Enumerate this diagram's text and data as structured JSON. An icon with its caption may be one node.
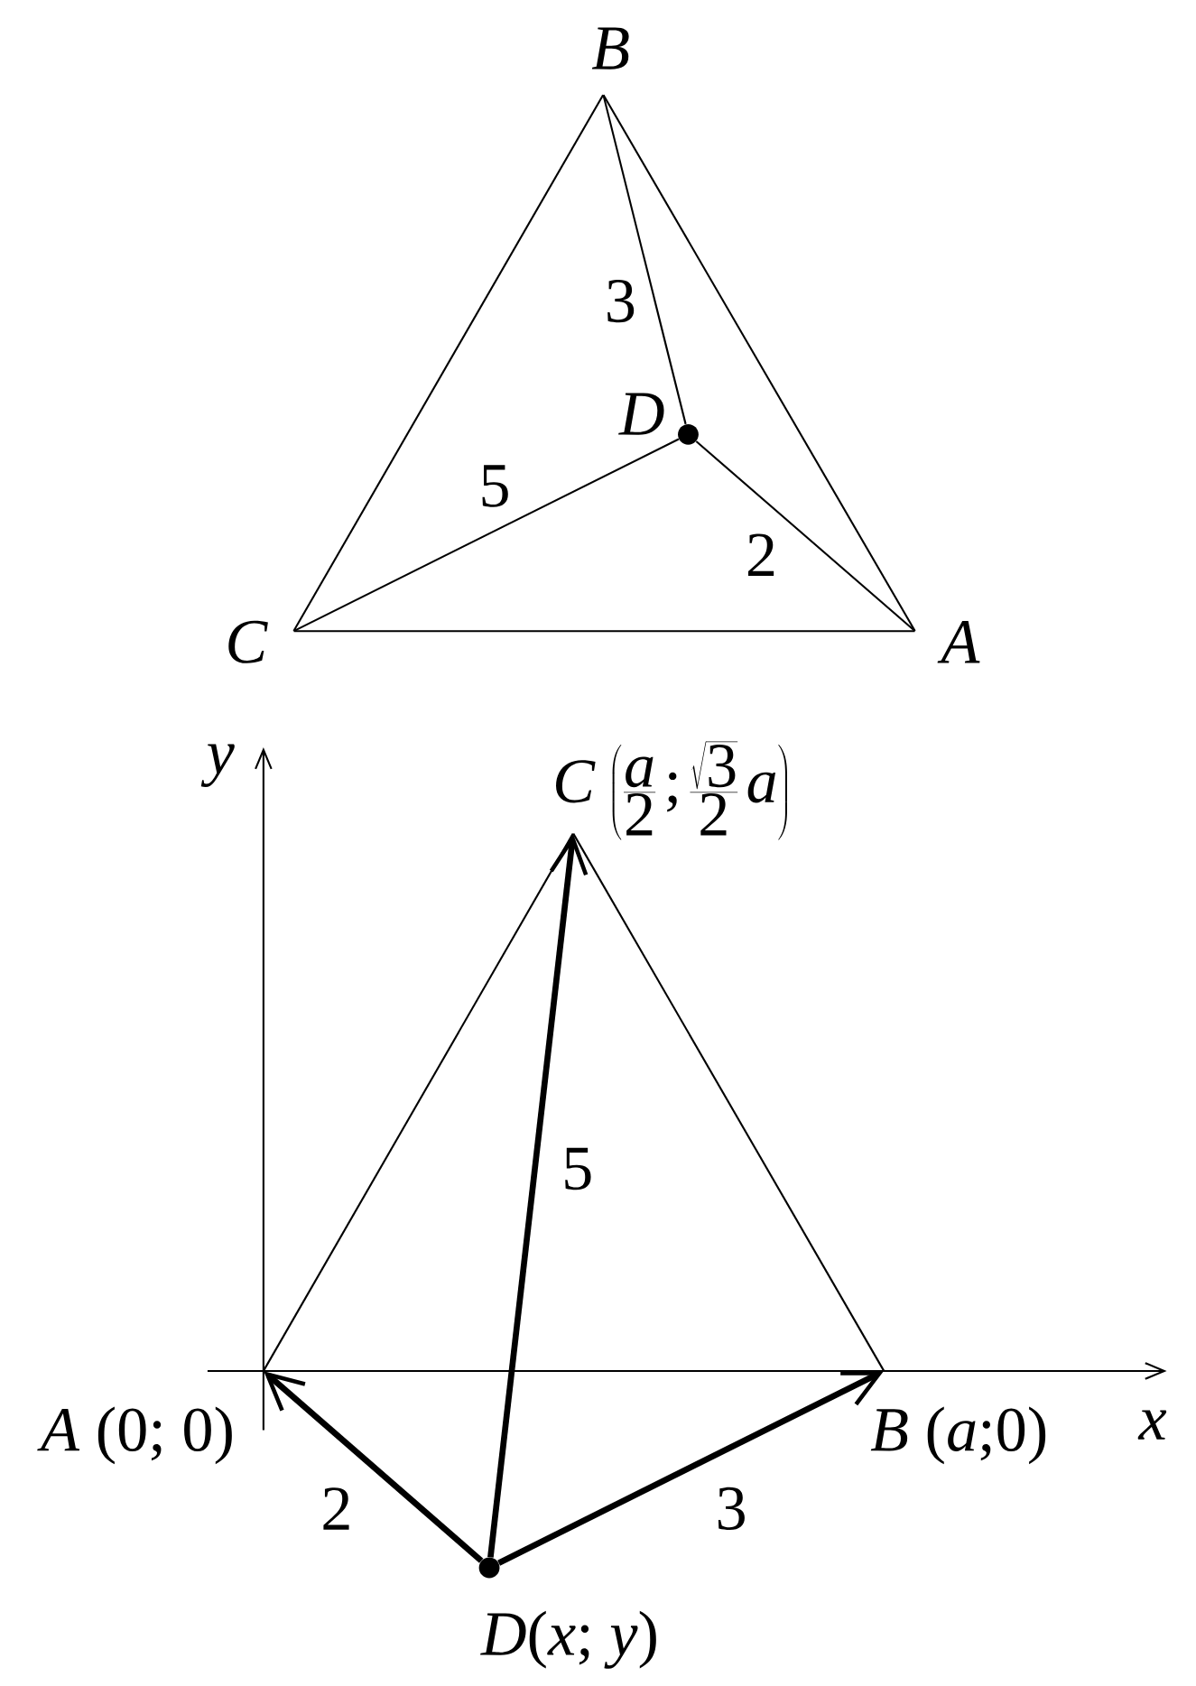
{
  "diagram": {
    "nodes": [
      {
        "text": [
          "B"
        ]
      },
      {
        "text": [
          "C"
        ]
      },
      {
        "text": [
          "A"
        ]
      },
      {
        "text": [
          "D"
        ]
      },
      {
        "text": [
          "*A* (0; 0)"
        ]
      },
      {
        "text": [
          "*B* (*a*;0)"
        ]
      },
      {
        "text": [
          "\\textit{C}\\,\\left(\\frac{\\textit{a}}{\\textrm{2}}\\,\\textrm{;}\\,\\frac{\\sqrt{\\textrm{3}}}{\\textrm{2}}\\,\\textit{a}\\right)"
        ]
      },
      {
        "text": [
          "*D*(*x*; *y*)"
        ]
      }
    ],
    "edges": [
      {
        "from": 0,
        "to": 1,
        "arrow": "none"
      },
      {
        "from": 1,
        "to": 2,
        "arrow": "none"
      },
      {
        "from": 2,
        "to": 0,
        "arrow": "none"
      },
      {
        "from": 0,
        "to": 3,
        "arrow": "none",
        "label": "3"
      },
      {
        "from": 1,
        "to": 3,
        "arrow": "none",
        "label": "5"
      },
      {
        "from": 2,
        "to": 3,
        "arrow": "none",
        "label": "2"
      },
      {
        "from": 4,
        "to": 6,
        "arrow": "none"
      },
      {
        "from": 6,
        "to": 5,
        "arrow": "none"
      },
      {
        "from": 7,
        "to": 4,
        "arrow": "to",
        "style": "thick",
        "label": "2"
      },
      {
        "from": 7,
        "to": 5,
        "arrow": "to",
        "style": "thick",
        "label": "3"
      },
      {
        "from": 7,
        "to": 6,
        "arrow": "to",
        "style": "thick",
        "label": "5"
      }
    ],
    "labels": [
      "y",
      "x"
    ]
  }
}
